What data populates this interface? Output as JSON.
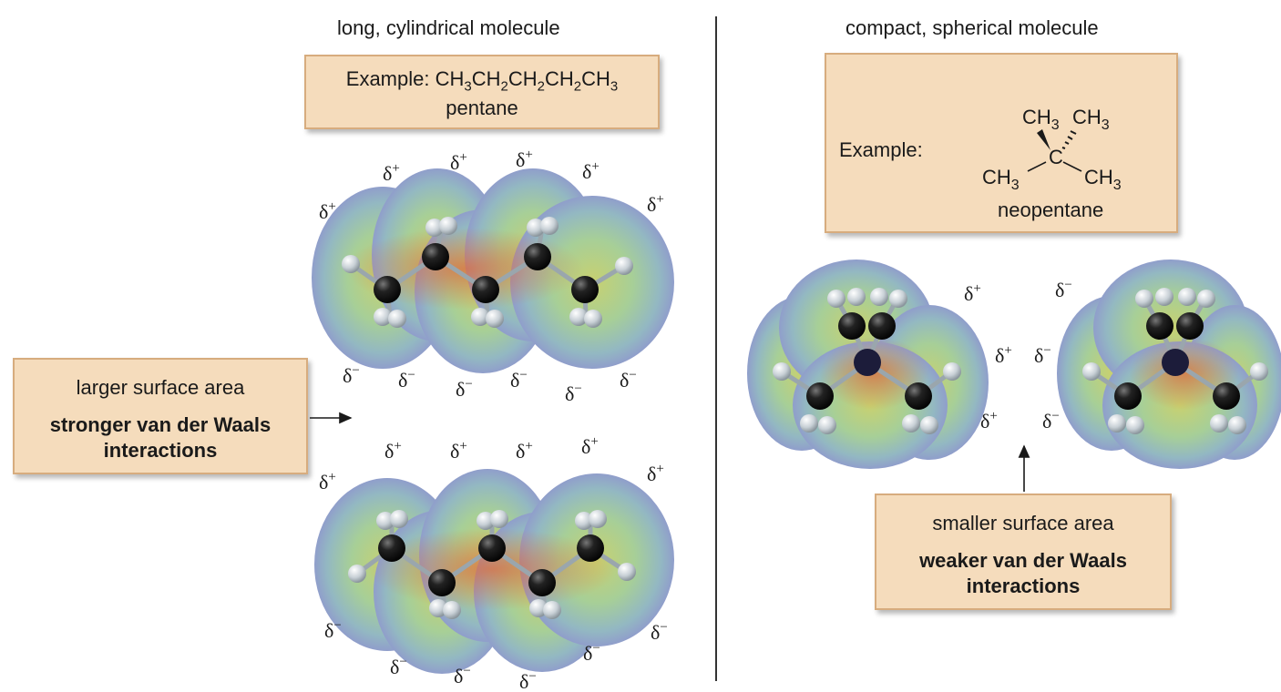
{
  "left": {
    "heading": "long, cylindrical molecule",
    "example": {
      "prefix": "Example: ",
      "formula": [
        "CH",
        "3",
        "CH",
        "2",
        "CH",
        "2",
        "CH",
        "2",
        "CH",
        "3"
      ],
      "name": "pentane"
    },
    "note": {
      "line": "larger surface area",
      "bold1": "stronger van der Waals",
      "bold2": "interactions"
    }
  },
  "right": {
    "heading": "compact, spherical molecule",
    "example": {
      "prefix": "Example:",
      "name": "neopentane",
      "center": "C",
      "group_main": "CH",
      "group_sub": "3"
    },
    "note": {
      "line": "smaller surface area",
      "bold1": "weaker van der Waals",
      "bold2": "interactions"
    }
  },
  "charges": {
    "delta": "δ",
    "plus": "+",
    "minus": "−"
  },
  "colors": {
    "box_fill": "#f5dcbc",
    "box_border": "#d7ac7e",
    "carbon": "#141414",
    "hydrogen": "#d8dde0"
  }
}
